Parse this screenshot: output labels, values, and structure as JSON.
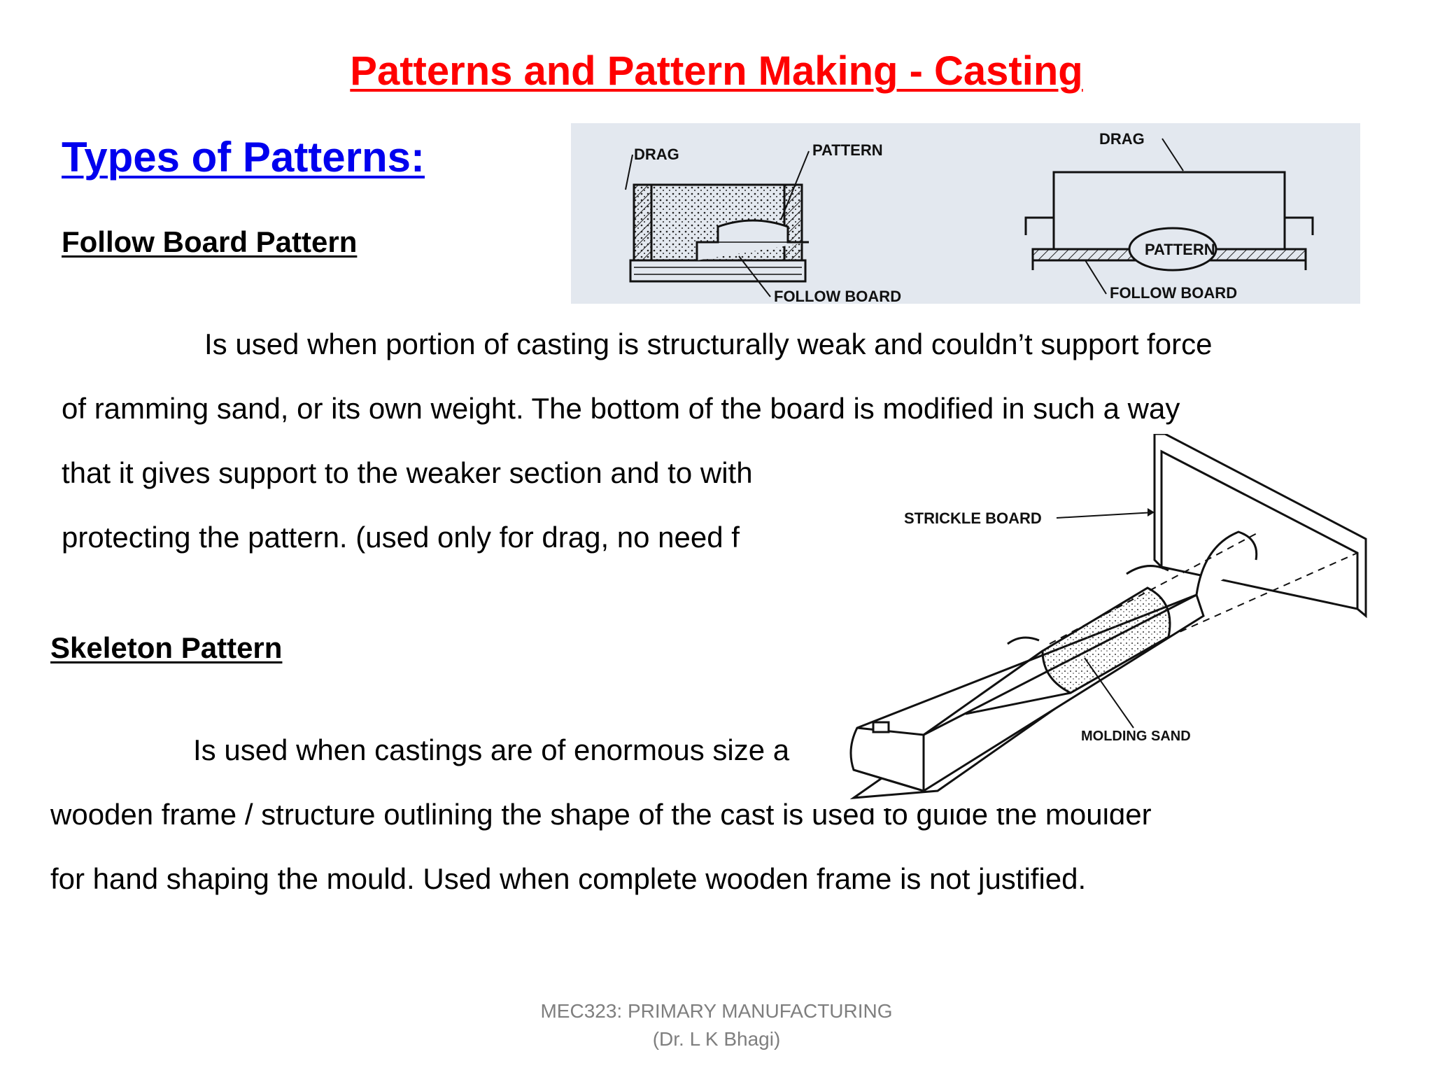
{
  "slide": {
    "title": "Patterns and Pattern Making - Casting",
    "subtitle": "Types of Patterns:",
    "follow_board": {
      "heading": "Follow Board Pattern",
      "lines": [
        "Is used when portion of casting is structurally weak and couldn’t support force",
        "of ramming sand, or its own weight. The bottom of the board is modified  in such a way",
        "that it gives support to the weaker section and to with",
        "protecting the pattern.  (used only for drag, no need f"
      ]
    },
    "skeleton": {
      "heading": "Skeleton Pattern",
      "lines": [
        "Is used when  castings are of enormous size a",
        "wooden frame / structure outlining the shape of the cast  is used to guide the moulder",
        "for hand shaping the mould.  Used when complete wooden frame is not justified."
      ]
    },
    "footer": {
      "line1": "MEC323: PRIMARY MANUFACTURING",
      "line2": "(Dr. L K Bhagi)"
    }
  },
  "figures": {
    "follow_board": {
      "labels": {
        "drag_left": "DRAG",
        "pattern": "PATTERN",
        "follow_board_left": "FOLLOW BOARD",
        "drag_right": "DRAG",
        "pattern_right": "PATTERN",
        "follow_board_right": "FOLLOW BOARD"
      }
    },
    "skeleton": {
      "labels": {
        "strickle_board": "STRICKLE  BOARD",
        "molding_sand": "MOLDING  SAND"
      }
    }
  }
}
